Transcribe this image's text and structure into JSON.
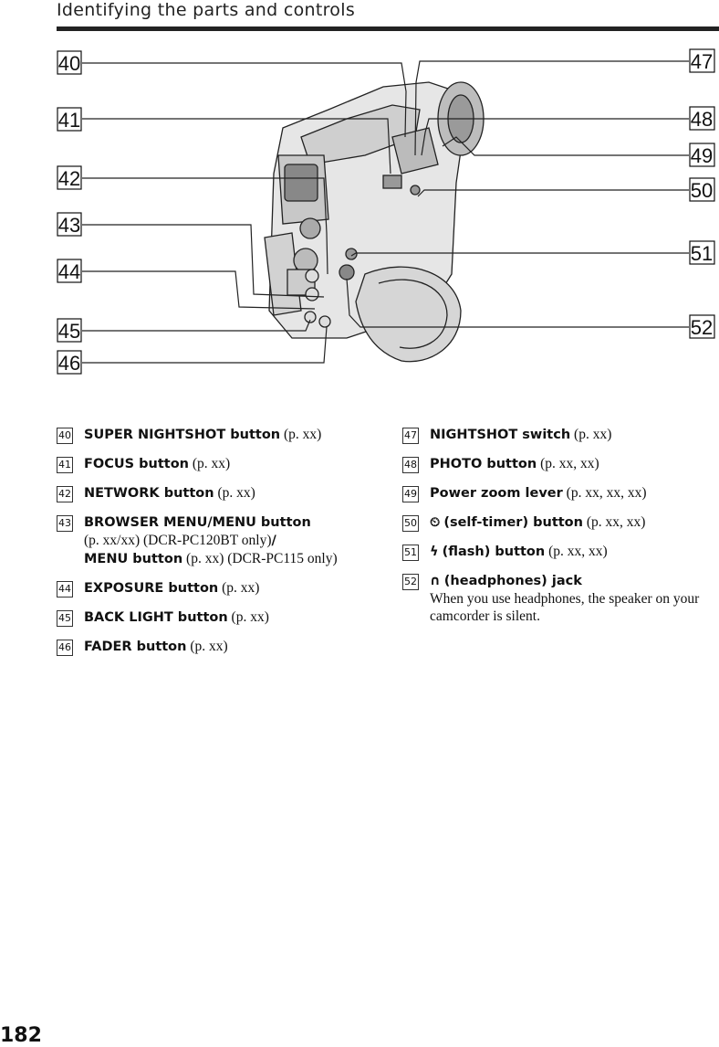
{
  "header": {
    "title": "Identifying the parts and controls"
  },
  "figure": {
    "callouts": [
      "40",
      "41",
      "42",
      "43",
      "44",
      "45",
      "46",
      "47",
      "48",
      "49",
      "50",
      "51",
      "52"
    ]
  },
  "left_items": [
    {
      "num": "40",
      "title": "SUPER NIGHTSHOT button",
      "ref": " (p. xx)"
    },
    {
      "num": "41",
      "title": "FOCUS button",
      "ref": " (p. xx)"
    },
    {
      "num": "42",
      "title": "NETWORK button",
      "ref": " (p. xx)"
    },
    {
      "num": "43",
      "title": "BROWSER MENU/MENU button",
      "line2": "(p. xx/xx) (DCR-PC120BT only)",
      "slash": "/",
      "title2": "MENU button",
      "ref2": " (p. xx) (DCR-PC115 only)"
    },
    {
      "num": "44",
      "title": "EXPOSURE button",
      "ref": " (p. xx)"
    },
    {
      "num": "45",
      "title": "BACK LIGHT button",
      "ref": " (p. xx)"
    },
    {
      "num": "46",
      "title": "FADER button",
      "ref": " (p. xx)"
    }
  ],
  "right_items": [
    {
      "num": "47",
      "title": "NIGHTSHOT switch",
      "ref": " (p. xx)"
    },
    {
      "num": "48",
      "title": "PHOTO button",
      "ref": " (p. xx, xx)"
    },
    {
      "num": "49",
      "title": "Power zoom lever",
      "ref": " (p. xx, xx, xx)"
    },
    {
      "num": "50",
      "symbol": "⏲",
      "title": "(self-timer) button",
      "ref": " (p. xx, xx)"
    },
    {
      "num": "51",
      "symbol": "ϟ",
      "title": "(flash) button",
      "ref": " (p. xx, xx)"
    },
    {
      "num": "52",
      "symbol": "∩",
      "title": "(headphones) jack",
      "desc": "When you use headphones, the speaker on your camcorder is silent."
    }
  ],
  "footer": {
    "page_number": "182"
  }
}
